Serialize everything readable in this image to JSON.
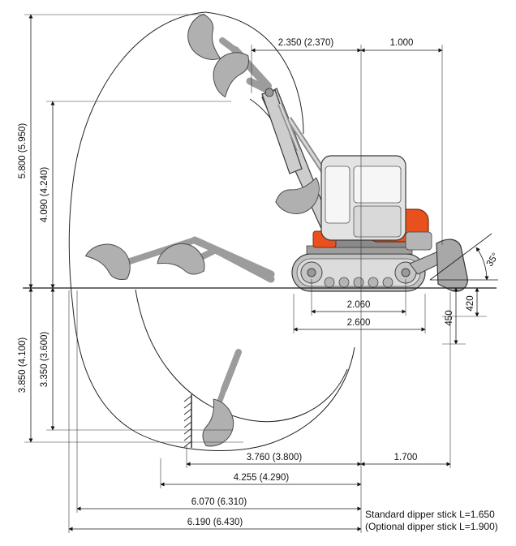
{
  "diagram_title": "excavator-working-range-diagram",
  "dims": {
    "d2350": "2.350 (2.370)",
    "d1000": "1.000",
    "d5800": "5.800 (5.950)",
    "d4090": "4.090 (4.240)",
    "d3850": "3.850 (4.100)",
    "d3350": "3.350 (3.600)",
    "d2060": "2.060",
    "d2600": "2.600",
    "d35deg": "35°",
    "d420": "420",
    "d450": "450",
    "d3760": "3.760 (3.800)",
    "d1700": "1.700",
    "d4255": "4.255 (4.290)",
    "d6070": "6.070 (6.310)",
    "d6190": "6.190 (6.430)"
  },
  "notes": {
    "standard": "Standard dipper stick L=1.650",
    "optional": "(Optional dipper stick L=1.900)"
  },
  "colors": {
    "accent_orange": "#e8511d",
    "machine_gray": "#b9b9b9",
    "line_black": "#1a1a1a",
    "background": "#ffffff"
  }
}
